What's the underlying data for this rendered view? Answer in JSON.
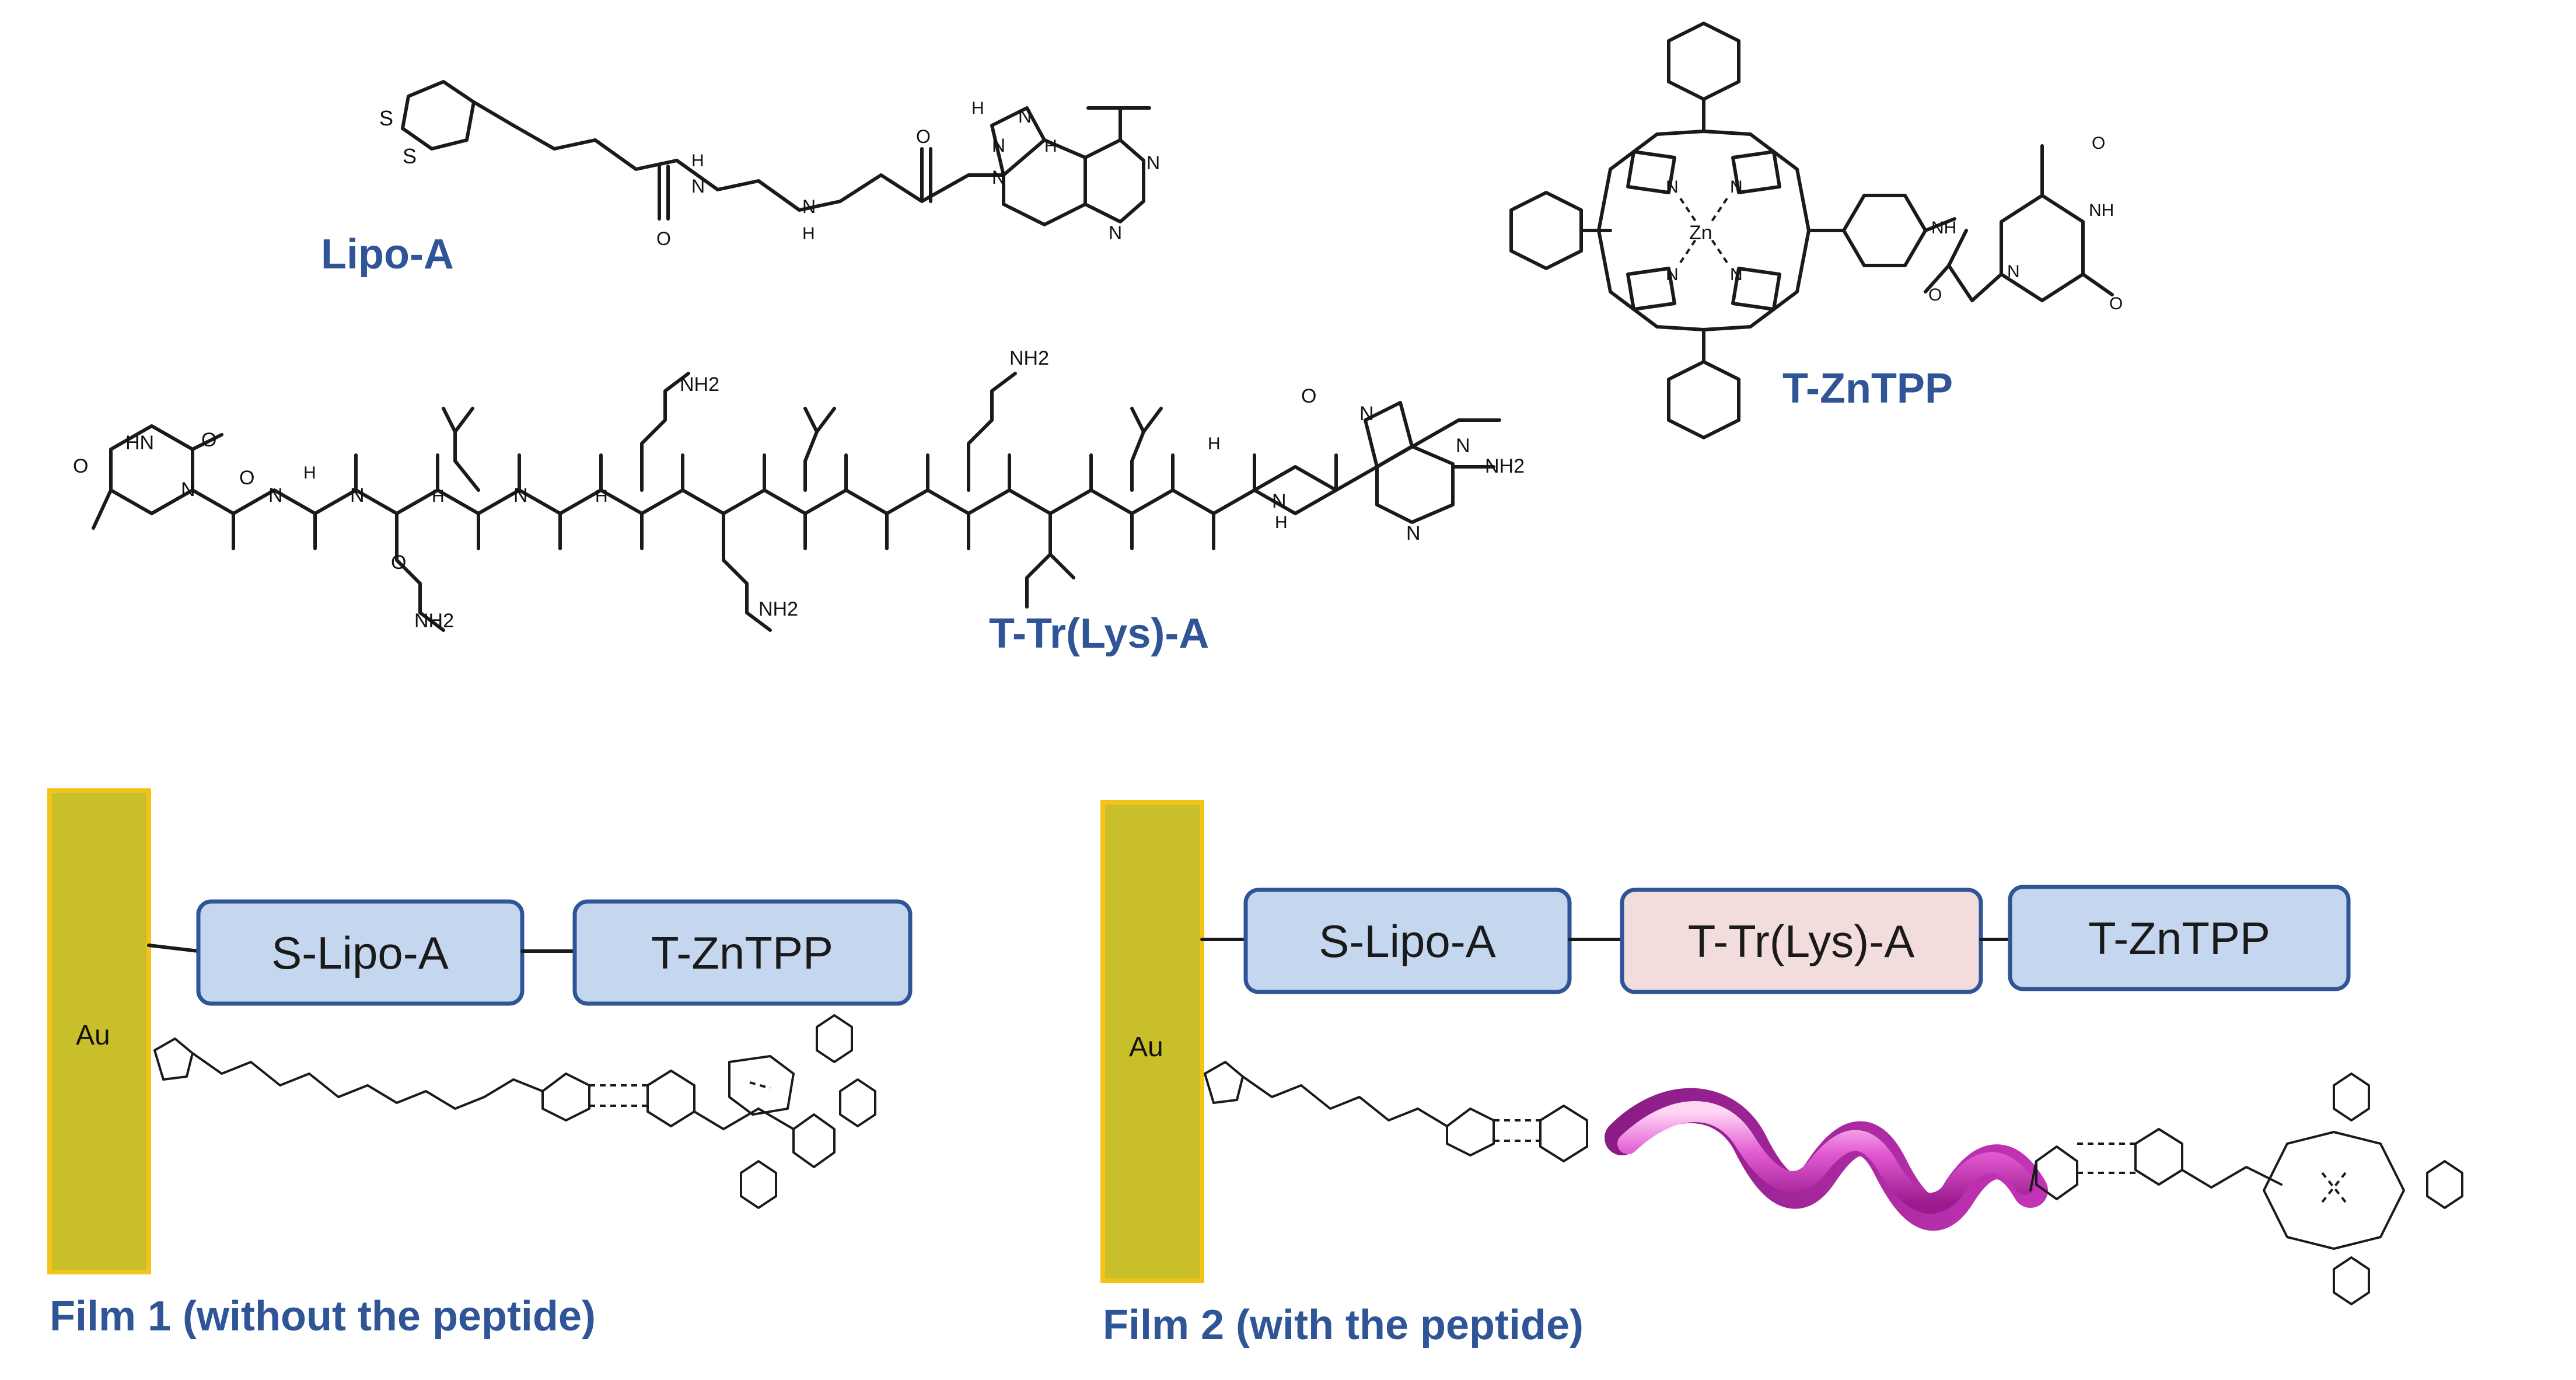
{
  "molecules": {
    "lipo_a": {
      "label": "Lipo-A",
      "atoms": [
        "S",
        "S",
        "O",
        "H",
        "N",
        "N",
        "H",
        "O",
        "N",
        "N",
        "N",
        "N",
        "H",
        "N",
        "H"
      ]
    },
    "t_znTPP": {
      "label": "T-ZnTPP",
      "atoms": [
        "N",
        "N",
        "N",
        "N",
        "Zn",
        "NH",
        "O",
        "O",
        "NH",
        "O",
        "N"
      ]
    },
    "t_tr_lys_a": {
      "label": "T-Tr(Lys)-A",
      "atoms": [
        "O",
        "HN",
        "O",
        "N",
        "O",
        "N",
        "H",
        "N",
        "H",
        "O",
        "N",
        "H",
        "NH2",
        "NH2",
        "NH2",
        "NH2",
        "N",
        "N",
        "N",
        "NH2",
        "H",
        "N",
        "H",
        "O"
      ]
    }
  },
  "films": {
    "film1": {
      "title": "Film 1 (without the peptide)",
      "electrode": "Au",
      "boxes": [
        "S-Lipo-A",
        "T-ZnTPP"
      ]
    },
    "film2": {
      "title": "Film 2 (with the peptide)",
      "electrode": "Au",
      "boxes": [
        "S-Lipo-A",
        "T-Tr(Lys)-A",
        "T-ZnTPP"
      ]
    }
  },
  "colors": {
    "label_blue": "#2f5597",
    "gold_electrode": "#c9bf2a",
    "gold_border": "#f2c318",
    "box_blue_fill": "#c5d7ef",
    "box_blue_border": "#2f5597",
    "box_pink_fill": "#f2dcdc",
    "helix_magenta": "#d83ec8"
  }
}
